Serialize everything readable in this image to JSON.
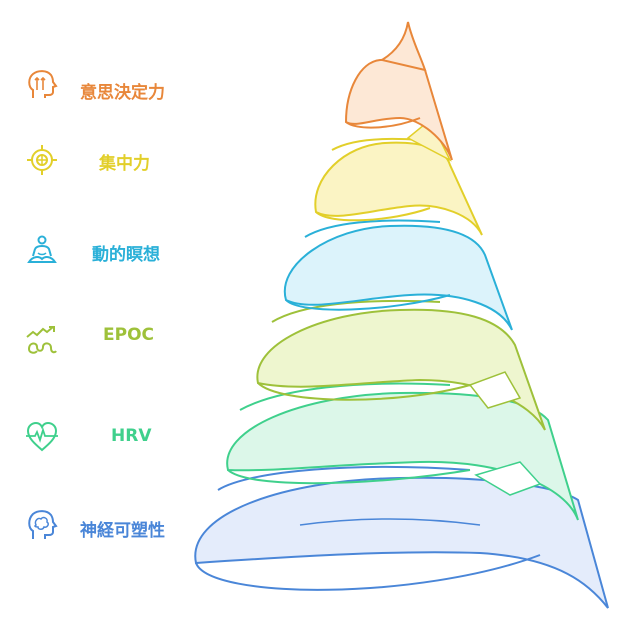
{
  "layers": [
    {
      "label": "意思決定力",
      "color": "#e8873a",
      "fill": "#fde8d6",
      "icon": "head-arrows-icon"
    },
    {
      "label": "集中力",
      "color": "#e2cf2a",
      "fill": "#fbf4c4",
      "icon": "target-icon"
    },
    {
      "label": "動的瞑想",
      "color": "#2ab0d8",
      "fill": "#dcf3fb",
      "icon": "meditation-icon"
    },
    {
      "label": "EPOC",
      "color": "#9ec13a",
      "fill": "#eef6cf",
      "icon": "activity-trend-icon"
    },
    {
      "label": "HRV",
      "color": "#3fd08c",
      "fill": "#dcf7e9",
      "icon": "heart-pulse-icon"
    },
    {
      "label": "神経可塑性",
      "color": "#4a86d8",
      "fill": "#e4ecfb",
      "icon": "brain-head-icon"
    }
  ]
}
